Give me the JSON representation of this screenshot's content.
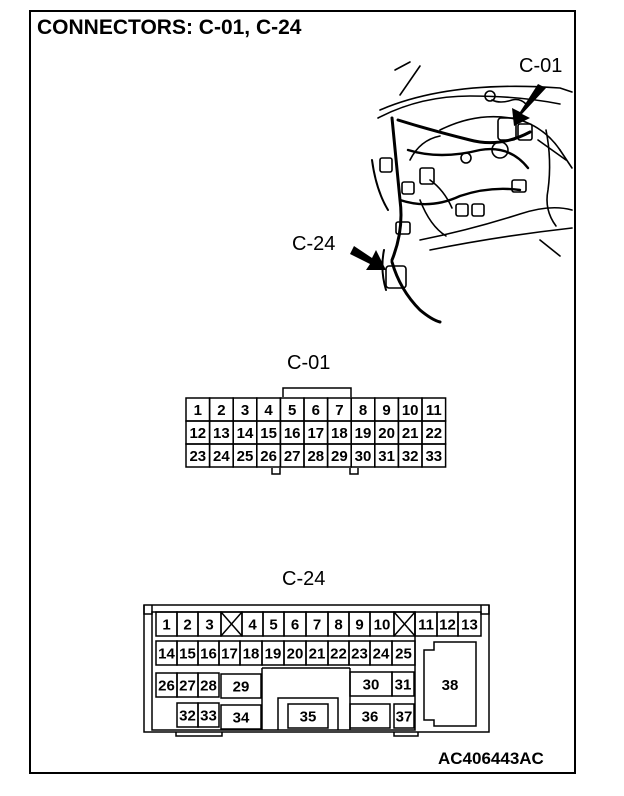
{
  "title": "CONNECTORS: C-01, C-24",
  "photo_labels": {
    "c01": "C-01",
    "c24": "C-24"
  },
  "connectors": {
    "c01": {
      "label": "C-01",
      "rows": [
        [
          "1",
          "2",
          "3",
          "4",
          "5",
          "6",
          "7",
          "8",
          "9",
          "10",
          "11"
        ],
        [
          "12",
          "13",
          "14",
          "15",
          "16",
          "17",
          "18",
          "19",
          "20",
          "21",
          "22"
        ],
        [
          "23",
          "24",
          "25",
          "26",
          "27",
          "28",
          "29",
          "30",
          "31",
          "32",
          "33"
        ]
      ]
    },
    "c24": {
      "label": "C-24",
      "pins": [
        "1",
        "2",
        "3",
        "4",
        "5",
        "6",
        "7",
        "8",
        "9",
        "10",
        "11",
        "12",
        "13",
        "14",
        "15",
        "16",
        "17",
        "18",
        "19",
        "20",
        "21",
        "22",
        "23",
        "24",
        "25",
        "26",
        "27",
        "28",
        "29",
        "30",
        "31",
        "32",
        "33",
        "34",
        "35",
        "36",
        "37",
        "38"
      ]
    }
  },
  "figure_code": "AC406443AC"
}
